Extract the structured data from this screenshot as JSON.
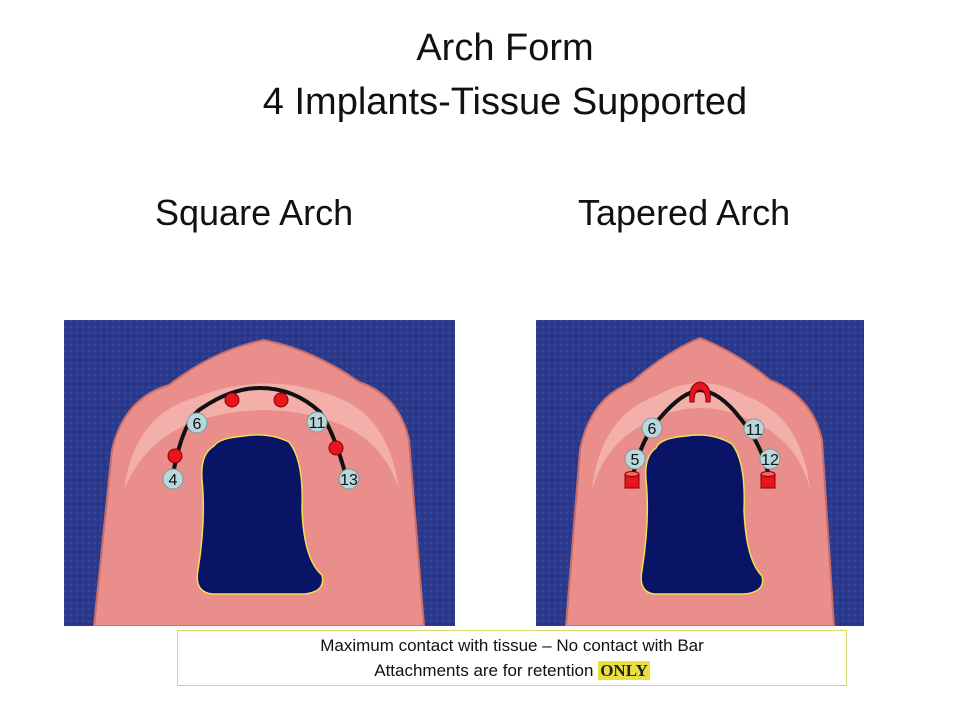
{
  "slide": {
    "title_line1": "Arch Form",
    "title_line2": "4 Implants-Tissue Supported",
    "left_heading": "Square Arch",
    "right_heading": "Tapered Arch"
  },
  "left_photo": {
    "labels": [
      "6",
      "11",
      "4",
      "13"
    ]
  },
  "right_photo": {
    "labels": [
      "6",
      "11",
      "5",
      "12"
    ]
  },
  "note": {
    "line1": "Maximum contact with tissue – No contact with Bar",
    "line2_prefix": "Attachments are for retention ",
    "line2_emphasis": "ONLY"
  },
  "colors": {
    "background_blue": "#2b3a8c",
    "denture_pink": "#e98e8a",
    "palate_navy": "#0a1466",
    "implant_red": "#e8141e",
    "label_circle": "#b9d8dc",
    "outline_yellow": "#f0e050"
  }
}
